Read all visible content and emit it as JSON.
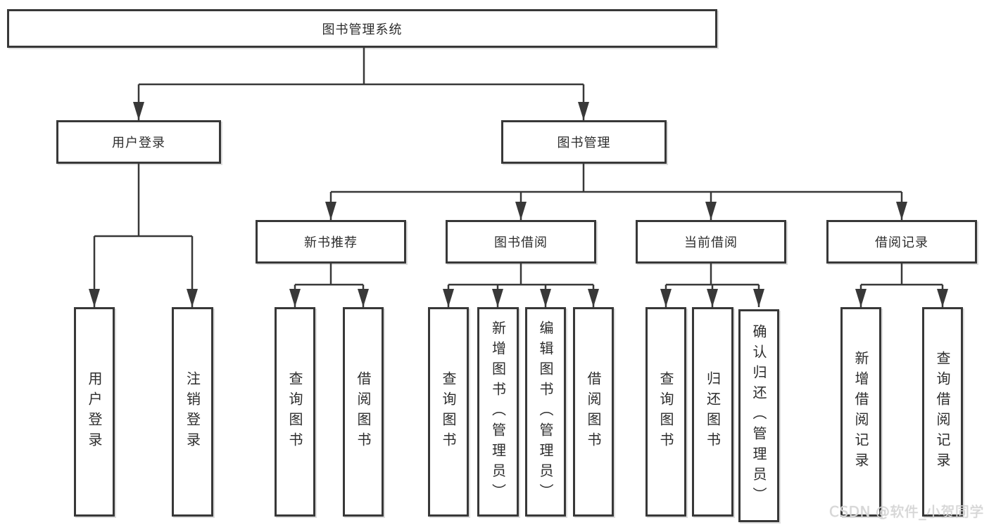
{
  "tree": {
    "label": "图书管理系统",
    "children": [
      {
        "label": "用户登录",
        "children": [
          {
            "label": "用户登录"
          },
          {
            "label": "注销登录"
          }
        ]
      },
      {
        "label": "图书管理",
        "children": [
          {
            "label": "新书推荐",
            "children": [
              {
                "label": "查询图书"
              },
              {
                "label": "借阅图书"
              }
            ]
          },
          {
            "label": "图书借阅",
            "children": [
              {
                "label": "查询图书"
              },
              {
                "label": "新增图书（管理员）"
              },
              {
                "label": "编辑图书（管理员）"
              },
              {
                "label": "借阅图书"
              }
            ]
          },
          {
            "label": "当前借阅",
            "children": [
              {
                "label": "查询图书"
              },
              {
                "label": "归还图书"
              },
              {
                "label": "确认归还（管理员）"
              }
            ]
          },
          {
            "label": "借阅记录",
            "children": [
              {
                "label": "新增借阅记录"
              },
              {
                "label": "查询借阅记录"
              }
            ]
          }
        ]
      }
    ]
  },
  "watermark": {
    "text": "CSDN @软件_小贺同学"
  },
  "colors": {
    "line": "#383838",
    "box_border": "#383838",
    "text": "#2d2d2d",
    "watermark": "#d6d6d6",
    "background": "#ffffff"
  }
}
